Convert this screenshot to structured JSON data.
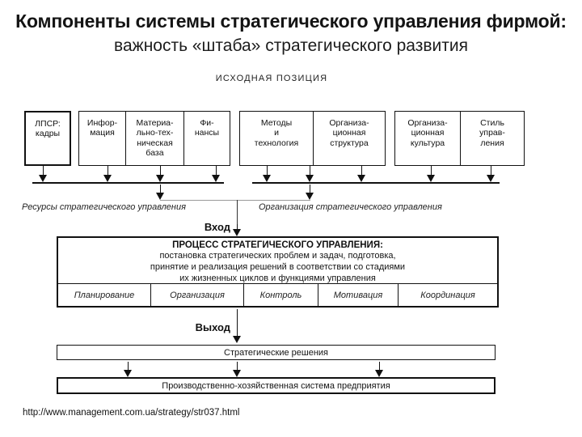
{
  "slide": {
    "title_line1": "Компоненты системы стратегического управления фирмой:",
    "title_line2": "важность «штаба» стратегического развития",
    "footer_url": "http://www.management.com.ua/strategy/str037.html"
  },
  "diagram": {
    "heading": "ИСХОДНАЯ ПОЗИЦИЯ",
    "lpsr_box": "ЛПСР:\nкадры",
    "resource_cells": [
      "Инфор-\nмация",
      "Материа-\nльно-тех-\nническая\nбаза",
      "Фи-\nнансы"
    ],
    "methods_cells": [
      "Методы\nи\nтехнология",
      "Организа-\nционная\nструктура"
    ],
    "culture_cells": [
      "Организа-\nционная\nкультура",
      "Стиль\nуправ-\nления"
    ],
    "resources_label": "Ресурсы стратегического управления",
    "organization_label": "Организация стратегического управления",
    "input_label": "Вход",
    "output_label": "Выход",
    "process": {
      "title": "ПРОЦЕСС СТРАТЕГИЧЕСКОГО УПРАВЛЕНИЯ:",
      "body": "постановка стратегических проблем и задач, подготовка,\nпринятие и реализация решений в соответствии со стадиями\nих жизненных циклов и функциями управления",
      "functions": [
        "Планирование",
        "Организация",
        "Контроль",
        "Мотивация",
        "Координация"
      ]
    },
    "decisions_box": "Стратегические решения",
    "system_box": "Производственно-хозяйственная система предприятия"
  }
}
